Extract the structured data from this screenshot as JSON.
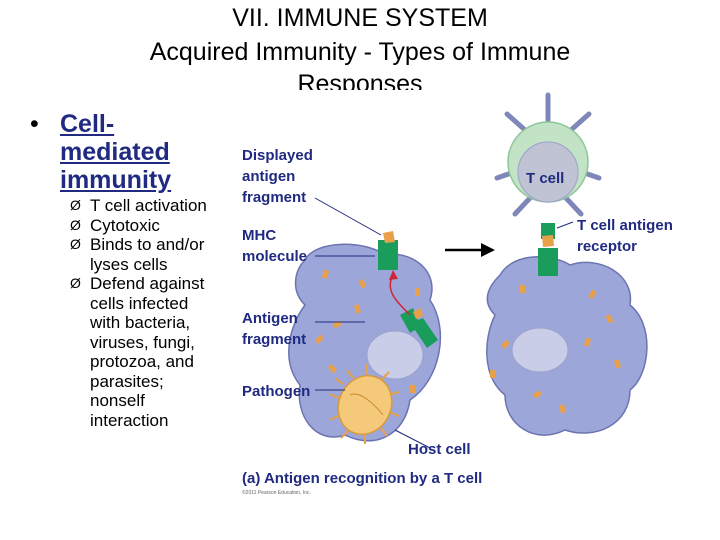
{
  "title": {
    "line1": "VII.  IMMUNE SYSTEM",
    "line2": "Acquired Immunity - Types of Immune",
    "line3": "Responses"
  },
  "bullet": {
    "marker": "•",
    "heading": "Cell-mediated immunity",
    "subpoints": [
      "T cell activation",
      "Cytotoxic",
      "Binds to and/or lyses cells",
      "Defend against cells infected with bacteria, viruses, fungi, protozoa, and parasites; nonself interaction"
    ],
    "sub_marker": "Ø"
  },
  "figure": {
    "labels": {
      "displayed_antigen": [
        "Displayed",
        "antigen",
        "fragment"
      ],
      "mhc": [
        "MHC",
        "molecule"
      ],
      "antigen_fragment": [
        "Antigen",
        "fragment"
      ],
      "pathogen": "Pathogen",
      "host_cell": "Host cell",
      "t_cell": "T cell",
      "receptor": [
        "T cell antigen",
        "receptor"
      ],
      "caption": "(a) Antigen recognition by a T cell",
      "copyright": "©2011 Pearson Education, Inc."
    },
    "colors": {
      "label": "#1f2a80",
      "host_cell": "#9da6d8",
      "nucleus": "#c9cde8",
      "mhc": "#1a9c5a",
      "antigen": "#e8a04a",
      "pathogen": "#f4c97a",
      "t_cell_outer": "#c3e3c7",
      "t_cell_inner": "#bfc3d4",
      "spike": "#7f86b8"
    }
  }
}
